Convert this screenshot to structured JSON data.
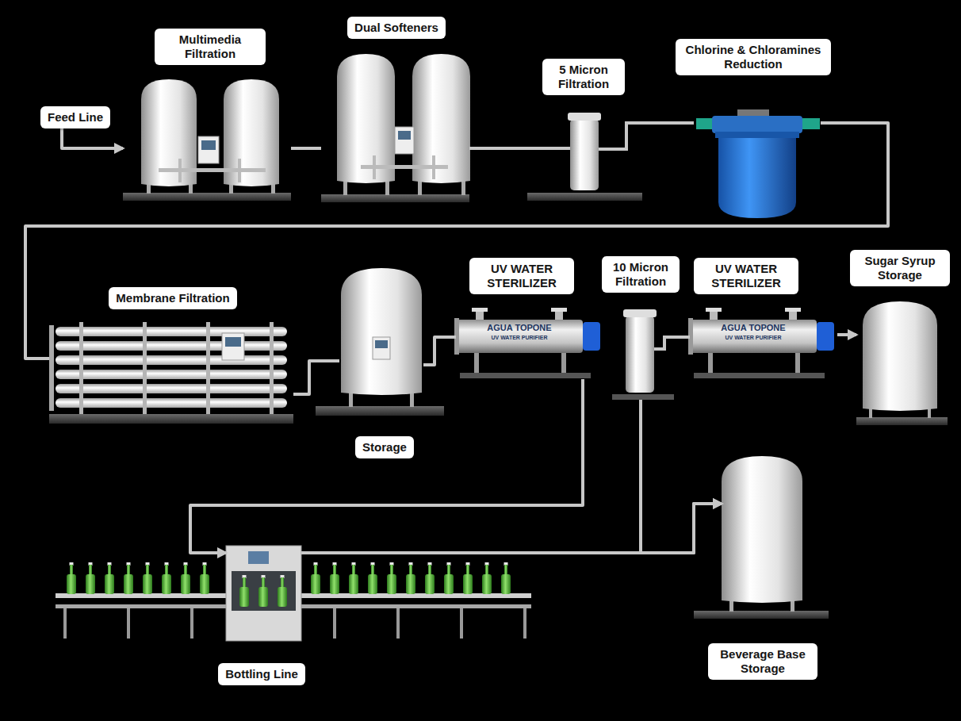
{
  "diagram": {
    "nodes": [
      {
        "text": [
          "Feed Line"
        ]
      },
      {
        "text": [
          "Multimedia Filtration"
        ]
      },
      {
        "text": [
          "Dual Softeners"
        ]
      },
      {
        "text": [
          "5 Micron Filtration"
        ]
      },
      {
        "text": [
          "Chlorine & Chloramines Reduction"
        ]
      },
      {
        "text": [
          "Membrane Filtration"
        ]
      },
      {
        "text": [
          "Storage"
        ]
      },
      {
        "text": [
          "UV WATER STERILIZER",
          "AGUA TOPONE",
          "UV WATER PURIFIER"
        ]
      },
      {
        "text": [
          "10 Micron Filtration"
        ]
      },
      {
        "text": [
          "UV WATER STERILIZER",
          "AGUA TOPONE",
          "UV WATER PURIFIER"
        ]
      },
      {
        "text": [
          "Sugar Syrup Storage"
        ]
      },
      {
        "text": [
          "Bottling Line"
        ]
      },
      {
        "text": [
          "Beverage Base Storage"
        ]
      }
    ],
    "edges": [
      {
        "from": 0,
        "to": 1,
        "arrow": "to"
      },
      {
        "from": 1,
        "to": 2,
        "arrow": "none"
      },
      {
        "from": 2,
        "to": 3,
        "arrow": "none"
      },
      {
        "from": 3,
        "to": 4,
        "arrow": "none"
      },
      {
        "from": 4,
        "to": 5,
        "arrow": "none"
      },
      {
        "from": 5,
        "to": 6,
        "arrow": "none"
      },
      {
        "from": 6,
        "to": 7,
        "arrow": "none"
      },
      {
        "from": 7,
        "to": 11,
        "arrow": "to"
      },
      {
        "from": 8,
        "to": 9,
        "arrow": "none"
      },
      {
        "from": 9,
        "to": 10,
        "arrow": "to"
      },
      {
        "from": 11,
        "to": 12,
        "arrow": "to"
      },
      {
        "from": 8,
        "to": 12,
        "arrow": "to"
      }
    ]
  }
}
